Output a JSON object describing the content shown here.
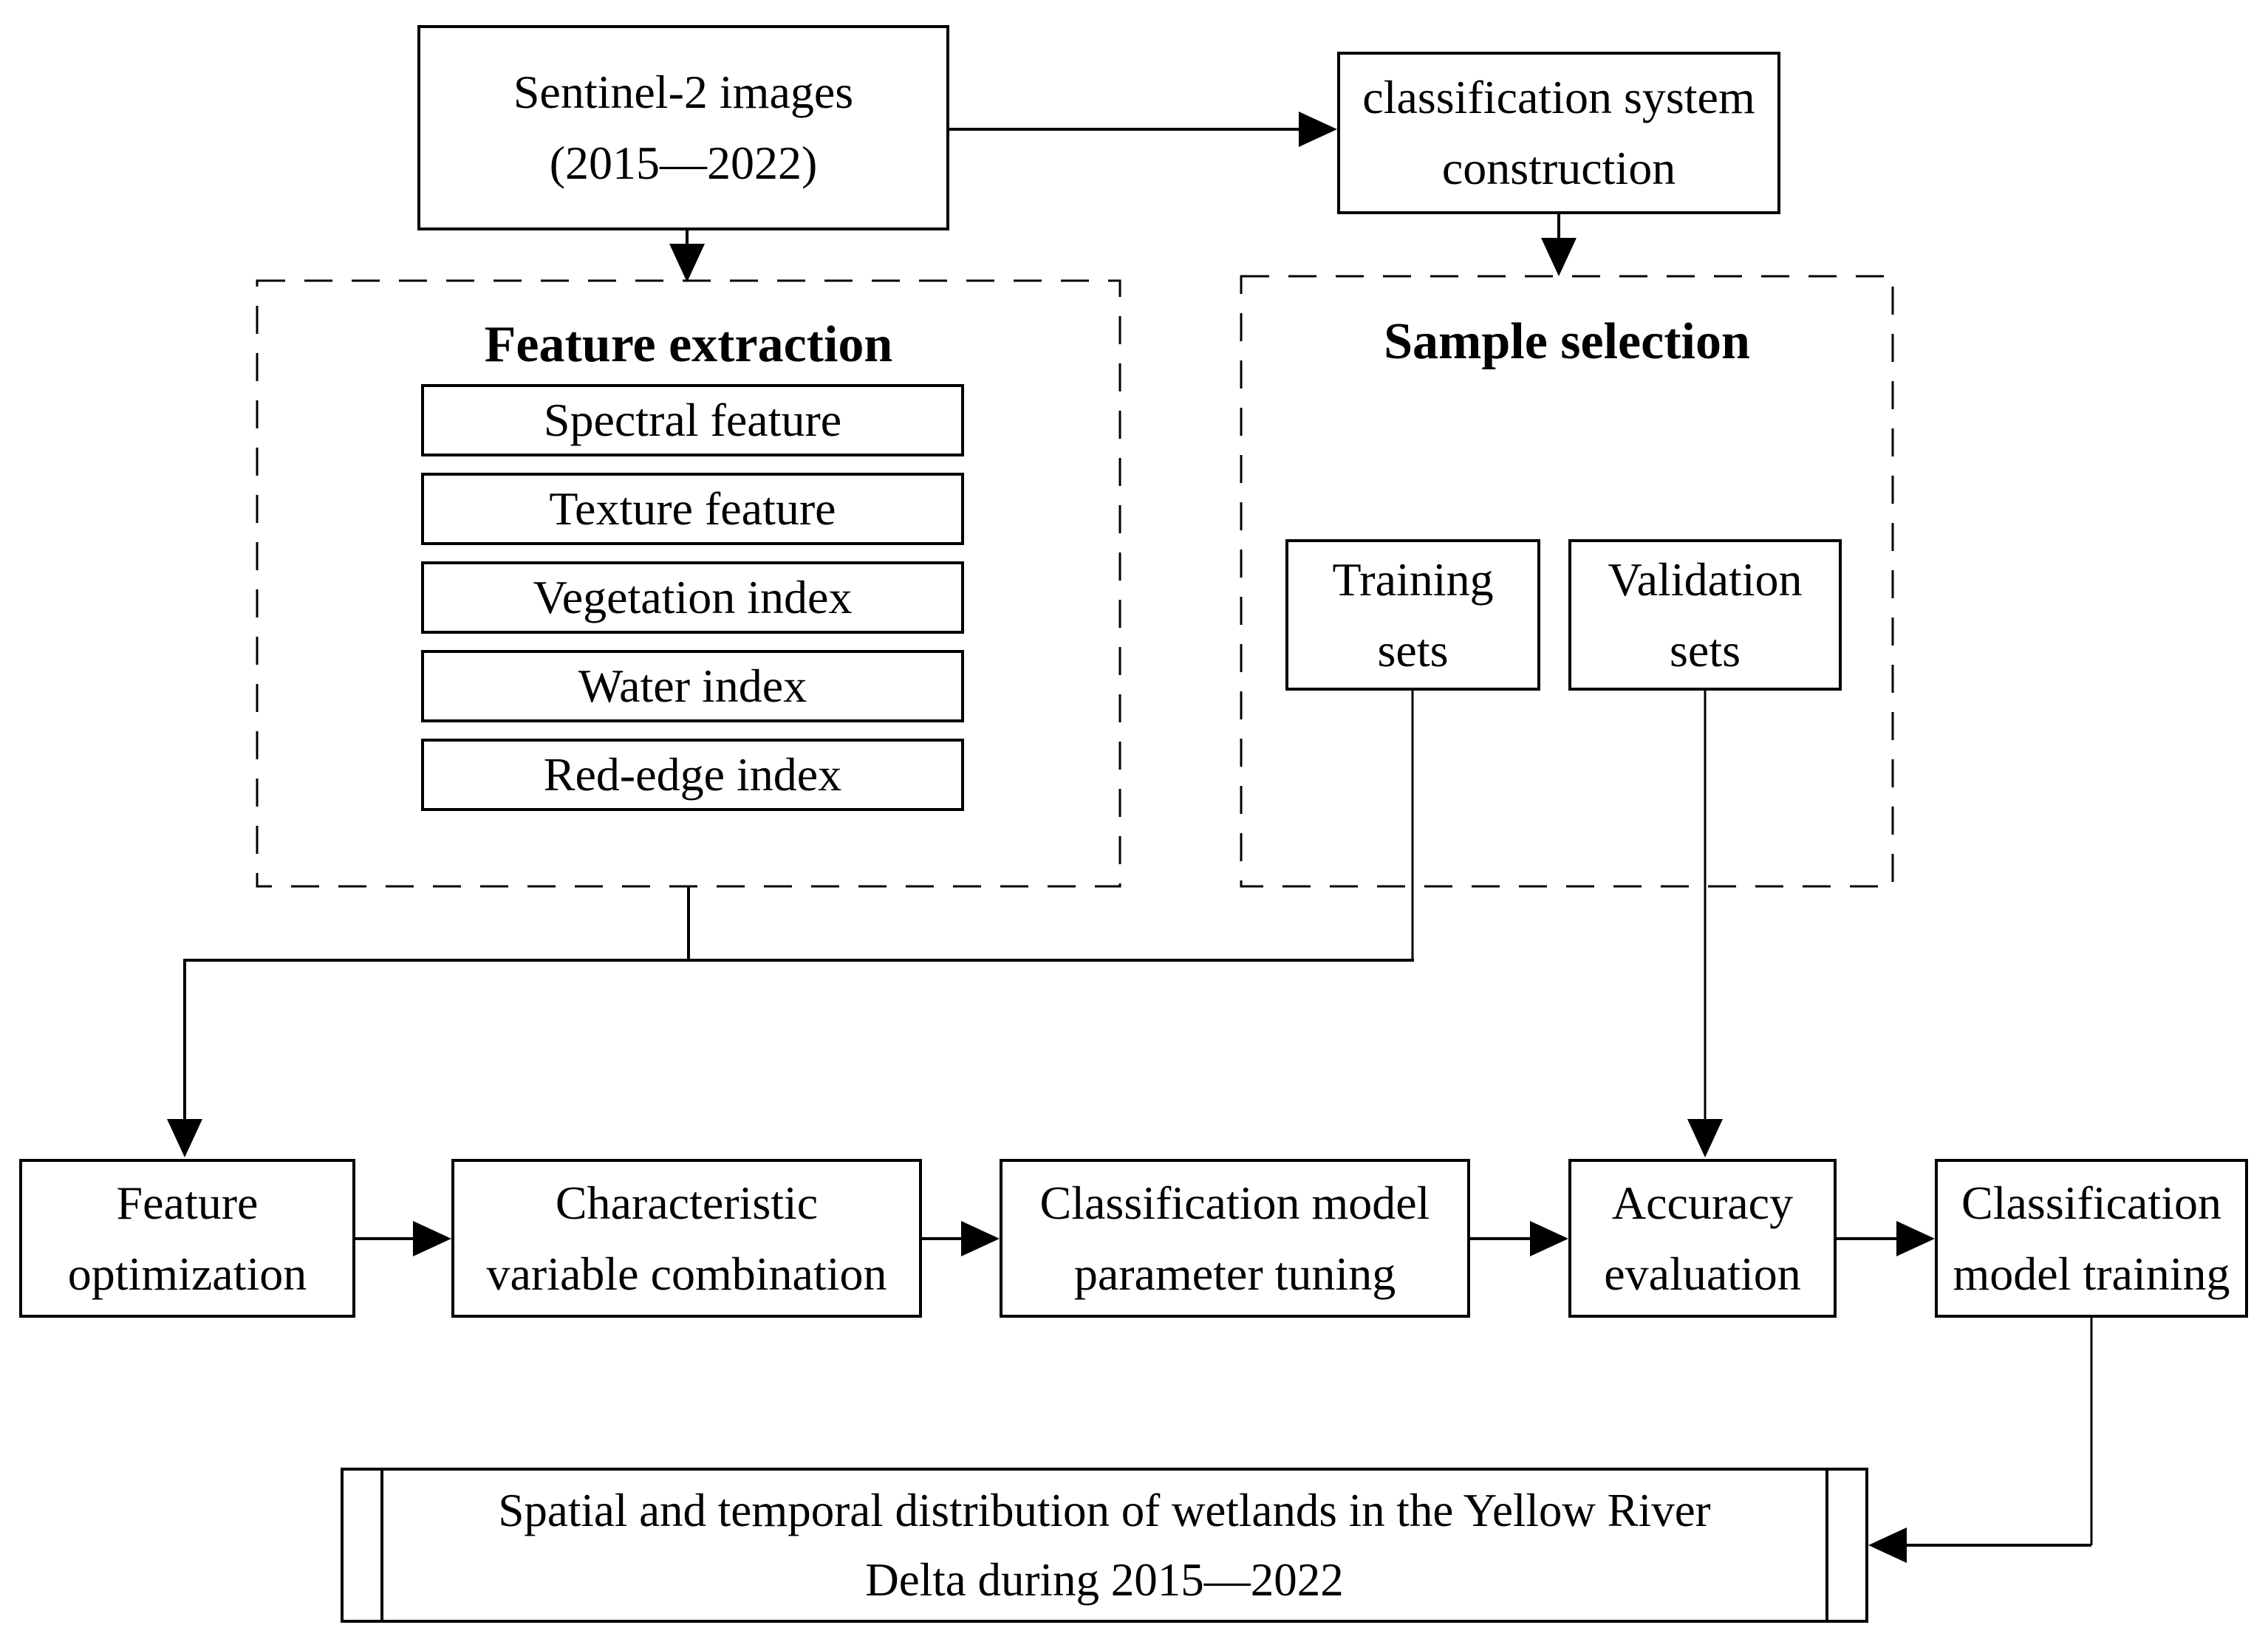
{
  "diagram": {
    "colors": {
      "line": "#000000",
      "background": "#ffffff",
      "text": "#000000"
    },
    "sentinel": {
      "line1": "Sentinel-2 images",
      "line2": "(2015—2022)"
    },
    "classification_system": {
      "line1": "classification system",
      "line2": "construction"
    },
    "feature_extraction": {
      "title": "Feature extraction",
      "items": [
        "Spectral feature",
        "Texture feature",
        "Vegetation index",
        "Water index",
        "Red-edge index"
      ]
    },
    "sample_selection": {
      "title": "Sample selection",
      "training": {
        "line1": "Training",
        "line2": "sets"
      },
      "validation": {
        "line1": "Validation",
        "line2": "sets"
      }
    },
    "pipeline": {
      "feature_optimization": {
        "line1": "Feature",
        "line2": "optimization"
      },
      "characteristic_variable_combination": {
        "line1": "Characteristic",
        "line2": "variable combination"
      },
      "classification_model_parameter_tuning": {
        "line1": "Classification model",
        "line2": "parameter tuning"
      },
      "accuracy_evaluation": {
        "line1": "Accuracy",
        "line2": "evaluation"
      },
      "classification_model_training": {
        "line1": "Classification",
        "line2": "model training"
      }
    },
    "result": {
      "line1": "Spatial and temporal distribution of wetlands in the Yellow River",
      "line2": "Delta during 2015—2022"
    }
  }
}
